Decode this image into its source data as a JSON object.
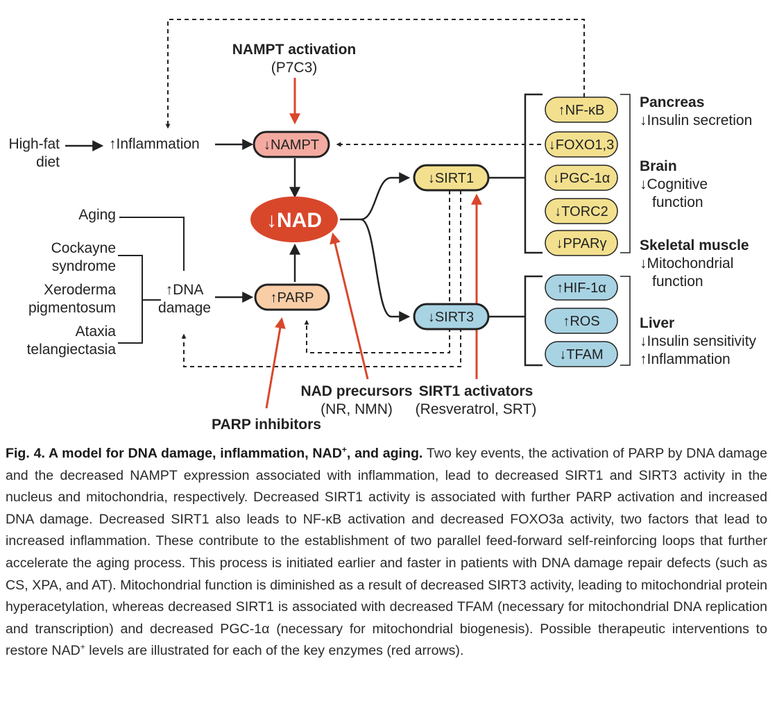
{
  "diagram": {
    "nampt_activation": {
      "title": "NAMPT activation",
      "detail": "(P7C3)"
    },
    "high_fat_diet": [
      "High-fat",
      "diet"
    ],
    "inflammation": "↑Inflammation",
    "nampt": "↓NAMPT",
    "nad": "↓NAD",
    "parp": "↑PARP",
    "sirt1": "↓SIRT1",
    "sirt3": "↓SIRT3",
    "dna_damage": [
      "↑DNA",
      "damage"
    ],
    "aging": "Aging",
    "conditions": [
      [
        "Cockayne",
        "syndrome"
      ],
      [
        "Xeroderma",
        "pigmentosum"
      ],
      [
        "Ataxia",
        "telangiectasia"
      ]
    ],
    "sirt1_targets": [
      "↑NF-κB",
      "↓FOXO1,3",
      "↓PGC-1α",
      "↓TORC2",
      "↓PPARγ"
    ],
    "sirt3_targets": [
      "↑HIF-1α",
      "↑ROS",
      "↓TFAM"
    ],
    "tissues": {
      "pancreas": {
        "title": "Pancreas",
        "lines": [
          "↓Insulin secretion"
        ]
      },
      "brain": {
        "title": "Brain",
        "lines": [
          "↓Cognitive",
          "function"
        ]
      },
      "muscle": {
        "title": "Skeletal muscle",
        "lines": [
          "↓Mitochondrial",
          "function"
        ]
      },
      "liver": {
        "title": "Liver",
        "lines": [
          "↓Insulin sensitivity",
          "↑Inflammation"
        ]
      }
    },
    "nad_precursors": {
      "title": "NAD precursors",
      "detail": "(NR, NMN)"
    },
    "sirt1_activators": {
      "title": "SIRT1 activators",
      "detail": "(Resveratrol, SRT)"
    },
    "parp_inhibitors": "PARP inhibitors"
  },
  "caption": {
    "title_pre": "Fig. 4. A model for DNA damage, inflammation, NAD",
    "title_sup": "+",
    "title_post": ", and aging.",
    "body_1": " Two key events, the activation of PARP by DNA damage and the decreased NAMPT expression associated with inflammation, lead to decreased SIRT1 and SIRT3 activity in the nucleus and mitochondria, respectively. Decreased SIRT1 activity is associated with further PARP activation and increased DNA damage. Decreased SIRT1 also leads to NF-κB activation and decreased FOXO3a activity, two factors that lead to increased inflammation. These contribute to the establishment of two parallel feed-forward self-reinforcing loops that further accelerate the aging process. This process is initiated earlier and faster in patients with DNA damage repair defects (such as CS, XPA, and AT). Mitochondrial function is diminished as a result of decreased SIRT3 activity, leading to mitochondrial protein hyperacetylation, whereas decreased SIRT1 is associated with decreased TFAM (necessary for mitochondrial DNA replication and transcription) and decreased PGC-1α (necessary for mitochondrial biogenesis). Possible therapeutic interventions to restore NAD",
    "body_sup": "+",
    "body_2": " levels are illustrated for each of the key enzymes (red arrows)."
  },
  "colors": {
    "red_arrow": "#d9472b",
    "nampt_fill": "#f4aaa0",
    "parp_fill": "#f9cda6",
    "sirt1_fill": "#f3e08e",
    "sirt3_fill": "#a8d3e3",
    "nad_fill": "#d9472b",
    "line": "#222222"
  }
}
